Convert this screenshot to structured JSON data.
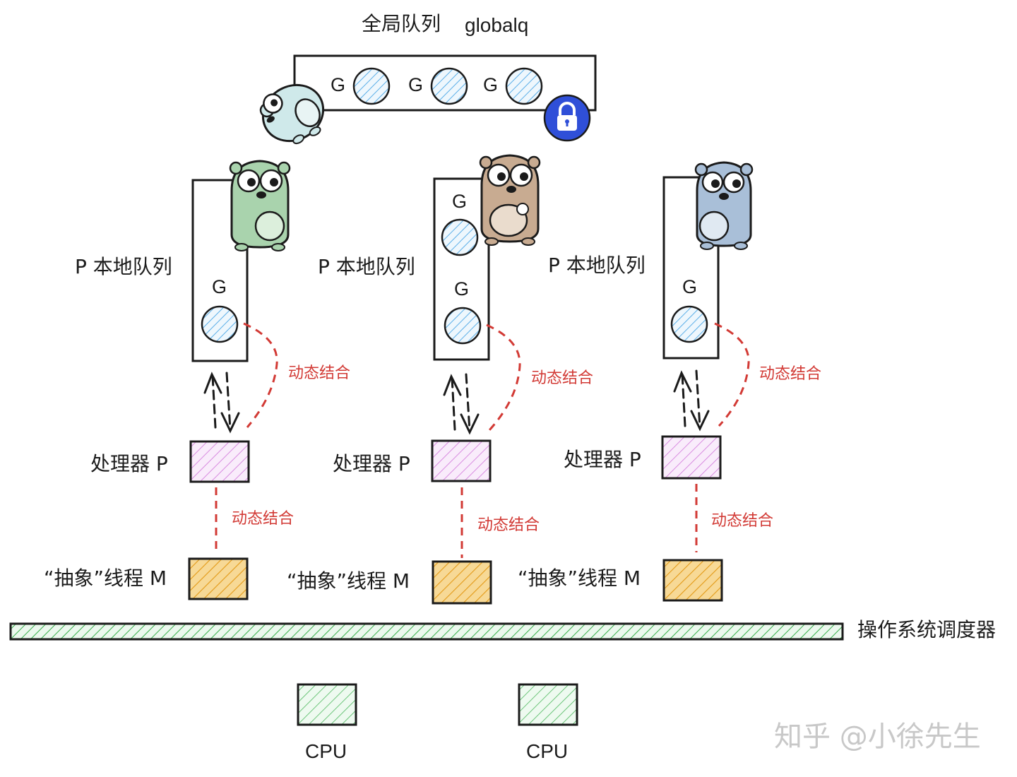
{
  "global": {
    "title": "全局队列",
    "name": "globalq",
    "g_labels": [
      "G",
      "G",
      "G"
    ]
  },
  "local_queues": [
    {
      "label": "P 本地队列",
      "g_labels": [
        "G"
      ]
    },
    {
      "label": "P 本地队列",
      "g_labels": [
        "G",
        "G"
      ]
    },
    {
      "label": "P 本地队列",
      "g_labels": [
        "G"
      ]
    }
  ],
  "link_labels": {
    "queue_to_processor": [
      "动态结合",
      "动态结合",
      "动态结合"
    ],
    "processor_to_thread": [
      "动态结合",
      "动态结合",
      "动态结合"
    ]
  },
  "processor_labels": [
    "处理器 P",
    "处理器 P",
    "处理器 P"
  ],
  "thread_labels": [
    "“抽象”线程 M",
    "“抽象”线程 M",
    "“抽象”线程 M"
  ],
  "scheduler_label": "操作系统调度器",
  "cpu_labels": [
    "CPU",
    "CPU"
  ],
  "watermark": "知乎 @小徐先生",
  "colors": {
    "g_hatch": "#5aaee8",
    "processor_hatch": "#d88be0",
    "thread_fill": "#f4d08a",
    "thread_hatch": "#e7a020",
    "scheduler_hatch": "#36b04a",
    "cpu_hatch": "#59c06a",
    "link": "#d23a35",
    "lock": "#2f4fd8"
  },
  "icons": [
    "gopher-icon",
    "lock-icon"
  ]
}
